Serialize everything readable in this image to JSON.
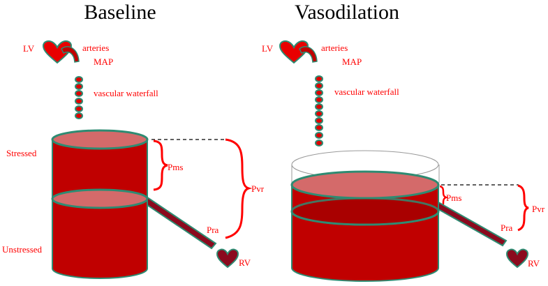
{
  "panels": {
    "baseline": {
      "title": "Baseline",
      "lv": "LV",
      "arteries": "arteries",
      "map": "MAP",
      "waterfall": "vascular  waterfall",
      "stressed": "Stressed",
      "unstressed": "Unstressed",
      "pms": "Pms",
      "pvr": "Pvr",
      "pra": "Pra",
      "rv": "RV"
    },
    "vasodilation": {
      "title": "Vasodilation",
      "lv": "LV",
      "arteries": "arteries",
      "map": "MAP",
      "waterfall": "vascular  waterfall",
      "pms": "Pms",
      "pvr": "Pvr",
      "pra": "Pra",
      "rv": "RV"
    }
  },
  "colors": {
    "blood": "#c00000",
    "blood_dark": "#a50000",
    "blood_top": "#d46a6a",
    "outline": "#2e8b72",
    "label": "#ff0000",
    "rv_heart": "#8b0a1e"
  }
}
